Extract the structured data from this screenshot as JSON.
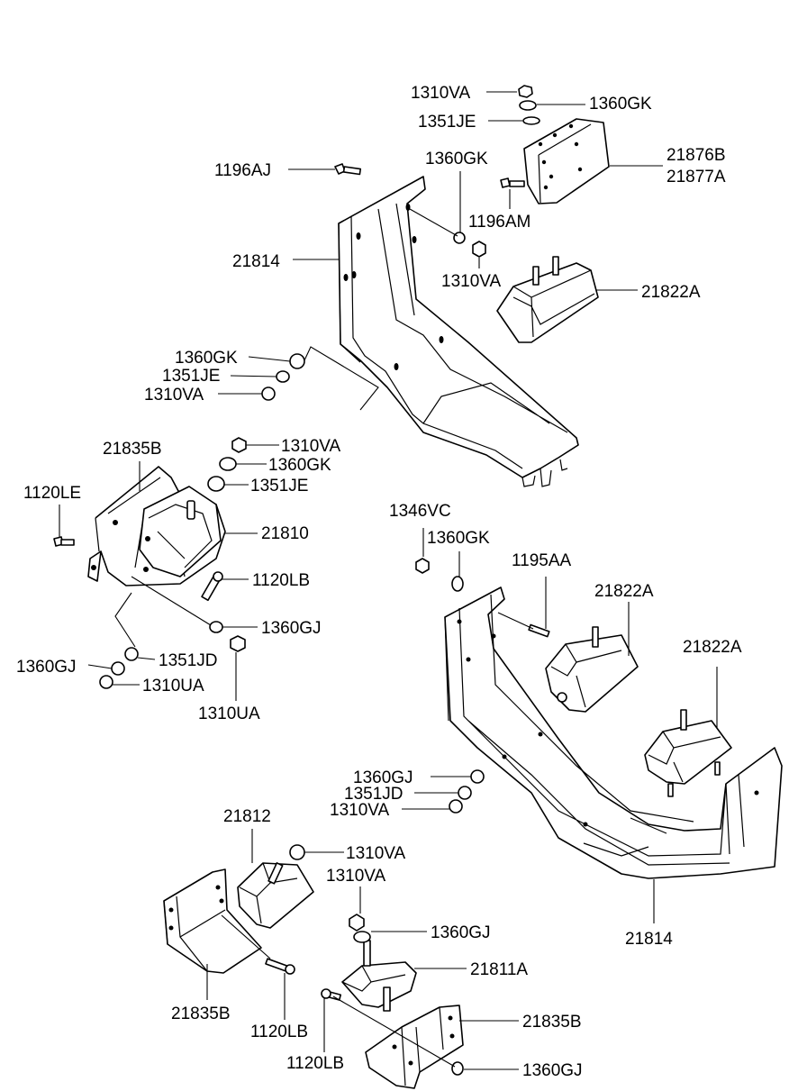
{
  "labels": {
    "l01": "1310VA",
    "l02": "1360GK",
    "l03": "1351JE",
    "l04": "1360GK",
    "l05": "21876B",
    "l06": "21877A",
    "l07": "1196AJ",
    "l08": "1196AM",
    "l09": "21814",
    "l10": "1310VA",
    "l11": "21822A",
    "l12": "1360GK",
    "l13": "1351JE",
    "l14": "1310VA",
    "l15": "21835B",
    "l16": "1310VA",
    "l17": "1360GK",
    "l18": "1351JE",
    "l19": "1120LE",
    "l20": "21810",
    "l21": "1120LB",
    "l22": "1360GJ",
    "l23": "1351JD",
    "l24": "1360GJ",
    "l25": "1310UA",
    "l26": "1310UA",
    "l27": "1346VC",
    "l28": "1360GK",
    "l29": "1195AA",
    "l30": "21822A",
    "l31": "21822A",
    "l32": "1360GJ",
    "l33": "1351JD",
    "l34": "1310VA",
    "l35": "21812",
    "l36": "1310VA",
    "l37": "1310VA",
    "l38": "1360GJ",
    "l39": "21811A",
    "l40": "21814",
    "l41": "21835B",
    "l42": "1120LB",
    "l43": "21835B",
    "l44": "1120LB",
    "l45": "1360GJ"
  }
}
